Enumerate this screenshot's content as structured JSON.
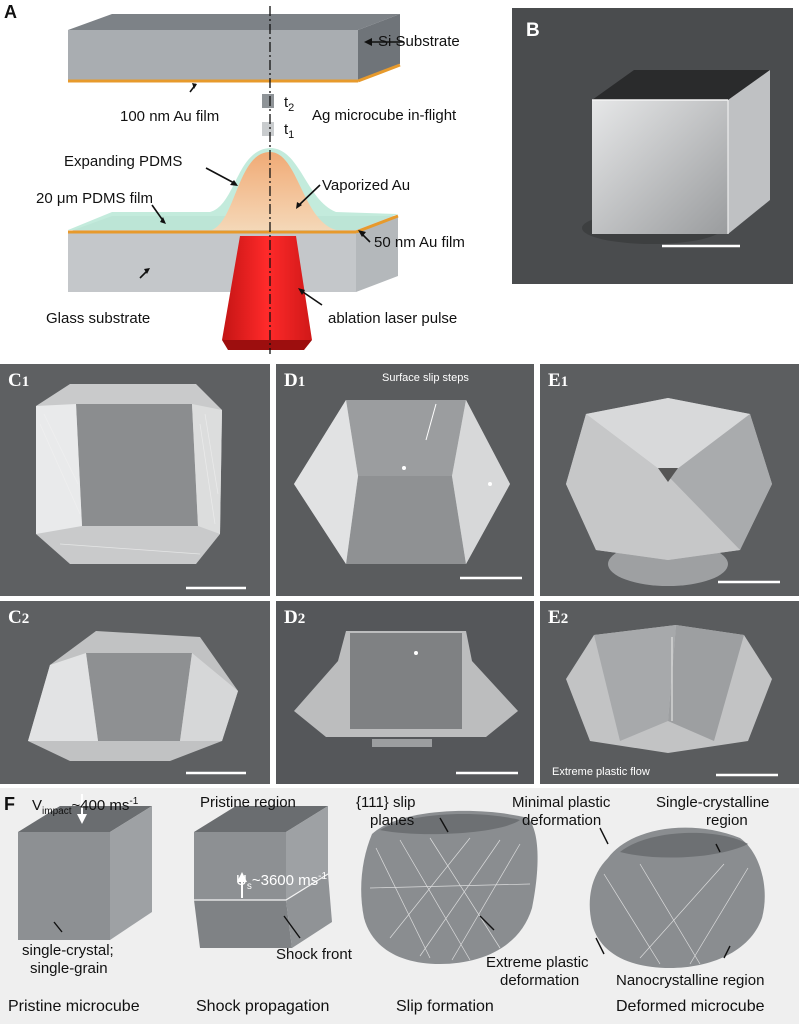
{
  "panelA": {
    "letter": "A",
    "si_substrate": "Si Substrate",
    "au_film_100": "100 nm Au film",
    "t2": "t",
    "t2_sub": "2",
    "t1": "t",
    "t1_sub": "1",
    "microcube_inflight": "Ag microcube in-flight",
    "expanding_pdms": "Expanding PDMS",
    "vaporized_au": "Vaporized Au",
    "pdms_film": "20 μm PDMS film",
    "au_film_50": "50 nm Au film",
    "glass_substrate": "Glass substrate",
    "laser_pulse": "ablation laser pulse"
  },
  "panelB": {
    "letter": "B"
  },
  "sem": {
    "c1": {
      "letter": "C",
      "num": "1"
    },
    "d1": {
      "letter": "D",
      "num": "1",
      "note": "Surface slip steps"
    },
    "e1": {
      "letter": "E",
      "num": "1"
    },
    "c2": {
      "letter": "C",
      "num": "2"
    },
    "d2": {
      "letter": "D",
      "num": "2"
    },
    "e2": {
      "letter": "E",
      "num": "2",
      "note": "Extreme plastic flow"
    }
  },
  "panelF": {
    "letter": "F",
    "v_impact": "V",
    "v_impact_sub": "impact",
    "v_impact_val": "~400 ms",
    "v_impact_exp": "-1",
    "single_crystal_1": "single-crystal;",
    "single_crystal_2": "single-grain",
    "pristine_region": "Pristine region",
    "us": "U",
    "us_sub": "s",
    "us_val": "~3600 ms",
    "us_exp": "-1",
    "shock_front": "Shock front",
    "slip_planes_1": "{111} slip",
    "slip_planes_2": "planes",
    "minimal_1": "Minimal plastic",
    "minimal_2": "deformation",
    "extreme_1": "Extreme plastic",
    "extreme_2": "deformation",
    "single_crystalline_1": "Single-crystalline",
    "single_crystalline_2": "region",
    "nanocrystalline": "Nanocrystalline region",
    "cap1": "Pristine microcube",
    "cap2": "Shock propagation",
    "cap3": "Slip formation",
    "cap4": "Deformed microcube"
  }
}
